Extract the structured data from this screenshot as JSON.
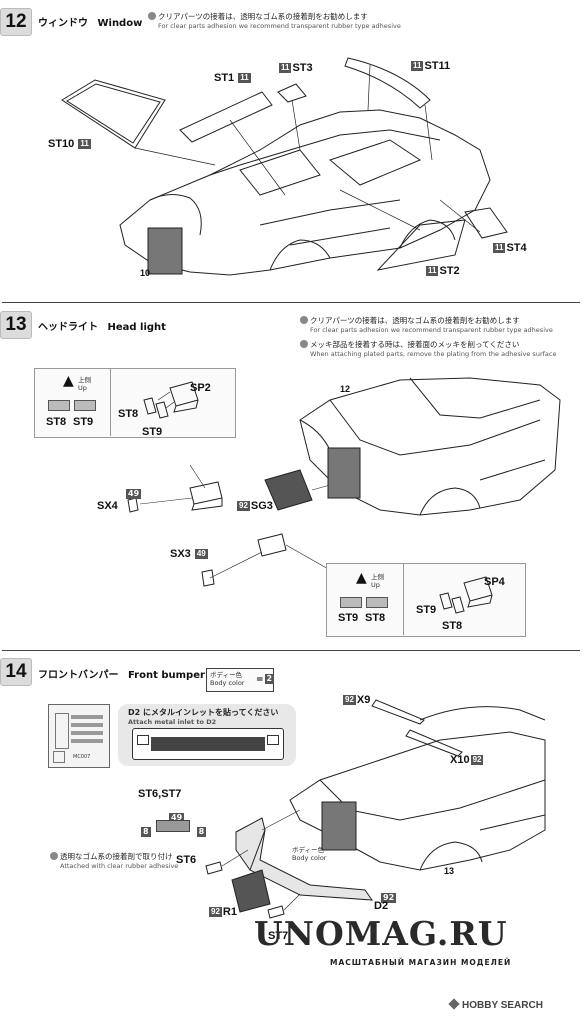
{
  "step12": {
    "number": "12",
    "title_jp": "ウィンドウ",
    "title_en": "Window",
    "note_jp": "クリアパーツの接着は、透明なゴム系の接着剤をお勧めします",
    "note_en": "For clear parts adhesion we recommend transparent rubber type adhesive",
    "labels": {
      "st1": "ST1",
      "st1_num": "11",
      "st3": "ST3",
      "st3_num": "11",
      "st11": "ST11",
      "st11_num": "11",
      "st10": "ST10",
      "st10_num": "11",
      "st4": "ST4",
      "st4_num": "11",
      "st2": "ST2",
      "st2_num": "11",
      "part10": "10"
    }
  },
  "step13": {
    "number": "13",
    "title_jp": "ヘッドライト",
    "title_en": "Head light",
    "note1_jp": "クリアパーツの接着は、透明なゴム系の接着剤をお勧めします",
    "note1_en": "For clear parts adhesion we recommend transparent rubber type adhesive",
    "note2_jp": "メッキ部品を接着する時は、接着面のメッキを削ってください",
    "note2_en": "When attaching plated parts, remove the plating from the adhesive surface",
    "up_jp": "上側",
    "up_en": "Up",
    "legend1": {
      "a": "ST8",
      "b": "ST9"
    },
    "legend2": {
      "a": "ST9",
      "b": "ST8"
    },
    "labels": {
      "sp2": "SP2",
      "st8a": "ST8",
      "st9a": "ST9",
      "part12": "12",
      "sx4": "SX4",
      "sx4_num": "49",
      "sg3": "SG3",
      "sg3_num": "92",
      "sx3": "SX3",
      "sx3_num": "49",
      "sp4": "SP4",
      "st9b": "ST9",
      "st8b": "ST8"
    }
  },
  "step14": {
    "number": "14",
    "title_jp": "フロントバンパー",
    "title_en": "Front bumper",
    "body_color_jp": "ボディー色",
    "body_color_en": "Body color",
    "body_color_num": "2",
    "callout_jp": "D2 にメタルインレットを貼ってください",
    "callout_en": "Attach metal inlet to D2",
    "sheet_code": "MC007",
    "st67": "ST6,ST7",
    "st67_num": "49",
    "small_num": "8",
    "adhesive_jp": "透明なゴム系の接着剤で取り付け",
    "adhesive_en": "Attached with clear rubber adhesive",
    "labels": {
      "x9": "X9",
      "x9_num": "92",
      "x10": "X10",
      "x10_num": "92",
      "part13": "13",
      "st6": "ST6",
      "body_jp": "ボディー色",
      "body_en": "Body color",
      "d2": "D2",
      "d2_num": "92",
      "r1": "R1",
      "r1_num": "92",
      "st7": "ST7"
    }
  },
  "watermark": {
    "brand": "UNOMAG.RU",
    "tagline": "МАСШТАБНЫЙ МАГАЗИН МОДЕЛЕЙ",
    "hobby": "HOBBY SEARCH"
  }
}
